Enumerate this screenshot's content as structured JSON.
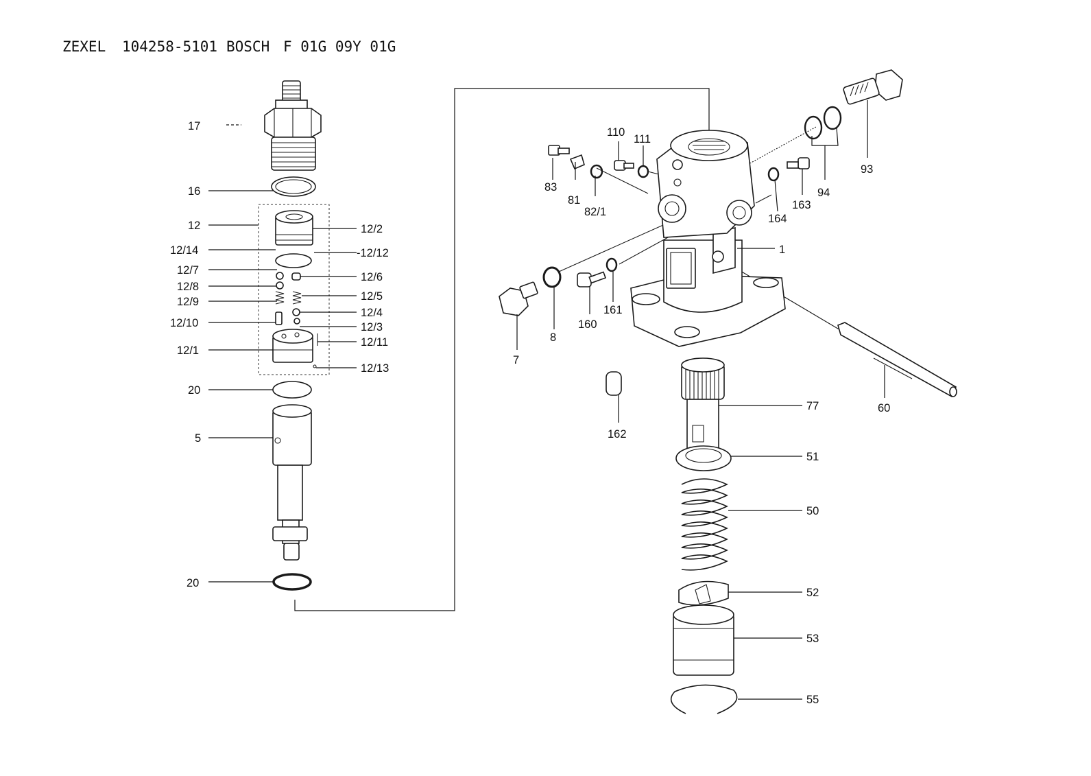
{
  "header": {
    "brand1": "ZEXEL",
    "part_no": "104258-5101",
    "brand2": "BOSCH",
    "bosch_code": "F 01G 09Y 01G"
  },
  "labels": {
    "l17": "17",
    "l16": "16",
    "l12": "12",
    "l12_14": "12/14",
    "l12_7": "12/7",
    "l12_8": "12/8",
    "l12_9": "12/9",
    "l12_10": "12/10",
    "l12_1": "12/1",
    "l20a": "20",
    "l5": "5",
    "l20b": "20",
    "l12_2": "12/2",
    "l12_12": "-12/12",
    "l12_6": "12/6",
    "l12_5": "12/5",
    "l12_4": "12/4",
    "l12_3": "12/3",
    "l12_11": "12/11",
    "l12_13": "12/13",
    "l83": "83",
    "l81": "81",
    "l82_1": "82/1",
    "l110": "110",
    "l111": "111",
    "l164": "164",
    "l163": "163",
    "l94": "94",
    "l93": "93",
    "l1": "1",
    "l7": "7",
    "l8": "8",
    "l160": "160",
    "l161": "161",
    "l162": "162",
    "l60": "60",
    "l77": "77",
    "l51": "51",
    "l50": "50",
    "l52": "52",
    "l53": "53",
    "l55": "55"
  }
}
